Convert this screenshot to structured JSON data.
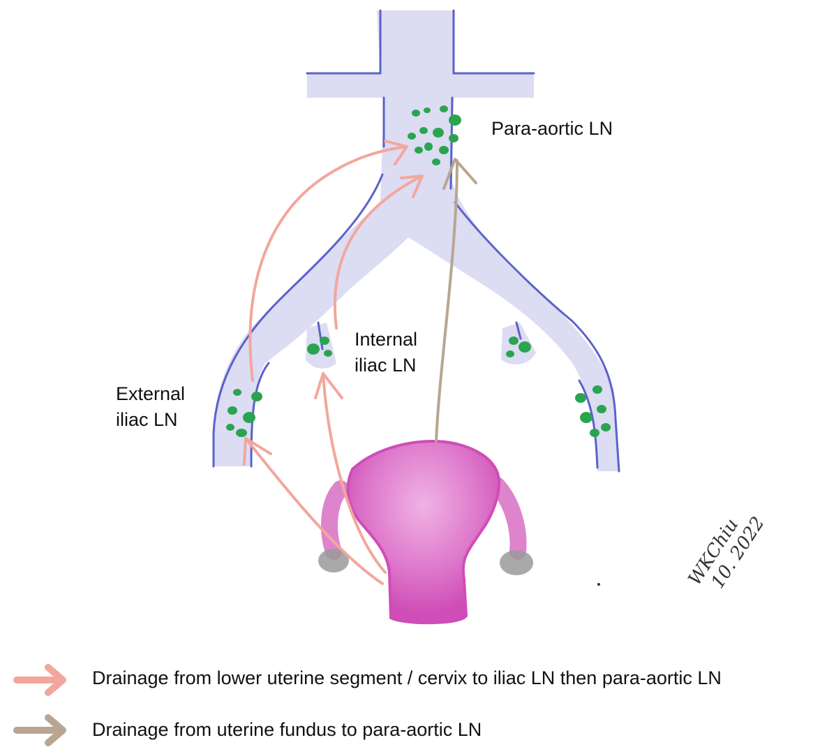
{
  "labels": {
    "para_aortic": "Para-aortic LN",
    "internal_iliac_line1": "Internal",
    "internal_iliac_line2": "iliac LN",
    "external_iliac_line1": "External",
    "external_iliac_line2": "iliac LN"
  },
  "legend": [
    {
      "text": "Drainage from lower uterine segment / cervix to iliac LN then para-aortic LN",
      "color": "#f2a79c"
    },
    {
      "text": "Drainage from uterine fundus to para-aortic LN",
      "color": "#b8a690"
    }
  ],
  "signature": {
    "name": "WKChiu",
    "date": "10. 2022"
  },
  "colors": {
    "vessel_fill": "#dcdcf3",
    "vessel_outline": "#5a62c9",
    "lymph_node": "#2aa44f",
    "uterus": "#d452b9",
    "ovary": "#9a9a9a",
    "pink_arrow": "#f2a79c",
    "brown_arrow": "#b8a690"
  }
}
